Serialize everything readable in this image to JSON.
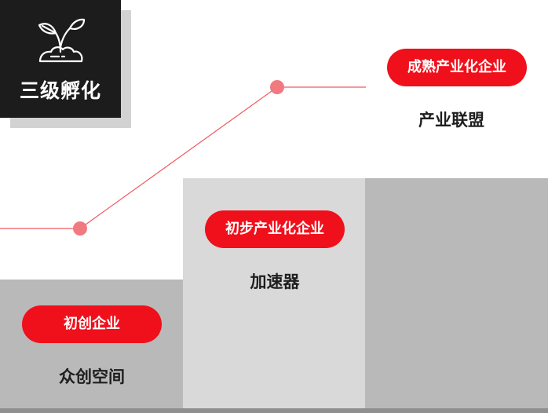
{
  "title": {
    "text": "三级孵化",
    "icon": "sprout-icon"
  },
  "stages": [
    {
      "pill": "初创企业",
      "name": "众创空间"
    },
    {
      "pill": "初步产业化企业",
      "name": "加速器"
    },
    {
      "pill": "成熟产业化企业",
      "name": "产业联盟"
    }
  ],
  "colors": {
    "accent": "#f0101b",
    "line": "#f05a5f",
    "dot": "#f07a7f",
    "card": "#1c1c1c",
    "step_dark": "#b9b9b9",
    "step_light": "#d9d9d9"
  }
}
